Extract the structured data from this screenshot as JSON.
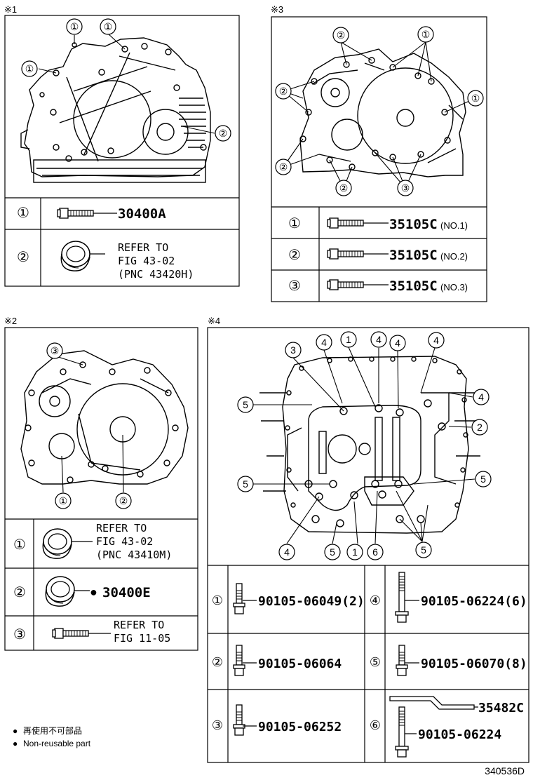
{
  "figure_id": "340536D",
  "panels": {
    "p1": {
      "mark": "※1",
      "table": [
        {
          "num": "①",
          "part": "30400A",
          "refer": null
        },
        {
          "num": "②",
          "part": null,
          "refer": [
            "REFER TO",
            "FIG 43-02",
            "(PNC 43420H)"
          ]
        }
      ],
      "callouts": [
        "①",
        "①",
        "①",
        "②"
      ]
    },
    "p3": {
      "mark": "※3",
      "table": [
        {
          "num": "①",
          "part": "35105C",
          "note": "(NO.1)"
        },
        {
          "num": "②",
          "part": "35105C",
          "note": "(NO.2)"
        },
        {
          "num": "③",
          "part": "35105C",
          "note": "(NO.3)"
        }
      ],
      "callouts": [
        "②",
        "①",
        "②",
        "①",
        "②",
        "②",
        "③"
      ]
    },
    "p2": {
      "mark": "※2",
      "table": [
        {
          "num": "①",
          "part": null,
          "refer": [
            "REFER TO",
            "FIG 43-02",
            "(PNC 43410M)"
          ]
        },
        {
          "num": "②",
          "part": "30400E",
          "bullet": "●"
        },
        {
          "num": "③",
          "part": null,
          "refer": [
            "REFER TO",
            "FIG 11-05"
          ]
        }
      ],
      "callouts": [
        "③",
        "①",
        "②"
      ]
    },
    "p4": {
      "mark": "※4",
      "callouts": [
        "3",
        "4",
        "1",
        "4",
        "4",
        "4",
        "4",
        "5",
        "2",
        "5",
        "5",
        "4",
        "5",
        "1",
        "6",
        "5"
      ],
      "table_left": [
        {
          "num": "①",
          "part": "90105-06049(2)"
        },
        {
          "num": "②",
          "part": "90105-06064"
        },
        {
          "num": "③",
          "part": "90105-06252"
        }
      ],
      "table_right": [
        {
          "num": "④",
          "part": "90105-06224(6)"
        },
        {
          "num": "⑤",
          "part": "90105-06070(8)"
        },
        {
          "num": "⑥",
          "part": "90105-06224",
          "extra": "35482C"
        }
      ]
    }
  },
  "legend": {
    "bullet": "●",
    "jp": "再使用不可部品",
    "en": "Non-reusable part"
  },
  "colors": {
    "ink": "#000000",
    "background": "#ffffff"
  }
}
